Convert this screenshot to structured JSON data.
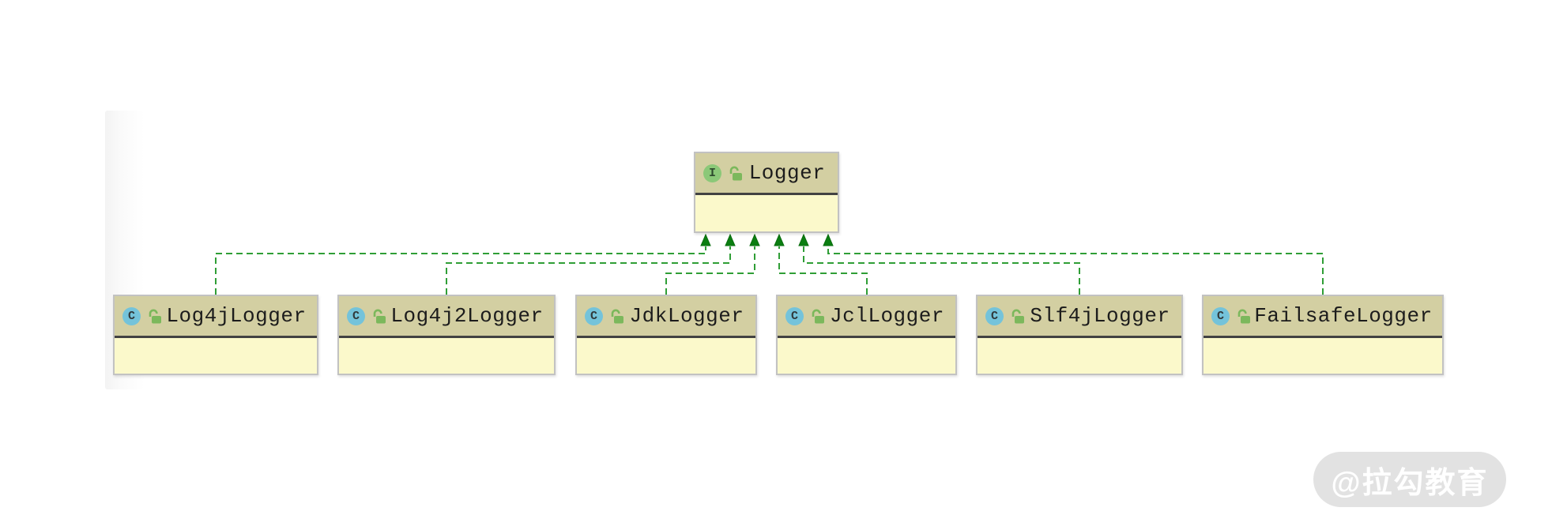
{
  "diagram": {
    "type": "uml-class-diagram",
    "interface": {
      "name": "Logger",
      "badge": "I",
      "kind": "interface",
      "visibility": "public"
    },
    "classes": [
      {
        "name": "Log4jLogger",
        "badge": "C",
        "kind": "class",
        "visibility": "public"
      },
      {
        "name": "Log4j2Logger",
        "badge": "C",
        "kind": "class",
        "visibility": "public"
      },
      {
        "name": "JdkLogger",
        "badge": "C",
        "kind": "class",
        "visibility": "public"
      },
      {
        "name": "JclLogger",
        "badge": "C",
        "kind": "class",
        "visibility": "public"
      },
      {
        "name": "Slf4jLogger",
        "badge": "C",
        "kind": "class",
        "visibility": "public"
      },
      {
        "name": "FailsafeLogger",
        "badge": "C",
        "kind": "class",
        "visibility": "public"
      }
    ],
    "edges": [
      {
        "from": "Log4jLogger",
        "to": "Logger",
        "type": "implements"
      },
      {
        "from": "Log4j2Logger",
        "to": "Logger",
        "type": "implements"
      },
      {
        "from": "JdkLogger",
        "to": "Logger",
        "type": "implements"
      },
      {
        "from": "JclLogger",
        "to": "Logger",
        "type": "implements"
      },
      {
        "from": "Slf4jLogger",
        "to": "Logger",
        "type": "implements"
      },
      {
        "from": "FailsafeLogger",
        "to": "Logger",
        "type": "implements"
      }
    ],
    "colors": {
      "node_header": "#d3cfa2",
      "node_body": "#fbf9cb",
      "node_border": "#c2c2c2",
      "header_separator": "#424242",
      "edge_green": "#2f9e36",
      "arrow_green": "#0b7e11",
      "class_badge_blue": "#74c3da",
      "interface_badge_green": "#8bc878",
      "lock_green": "#7cb85c",
      "title_text": "#1c1c1c"
    }
  },
  "watermark": {
    "text": "@拉勾教育"
  }
}
